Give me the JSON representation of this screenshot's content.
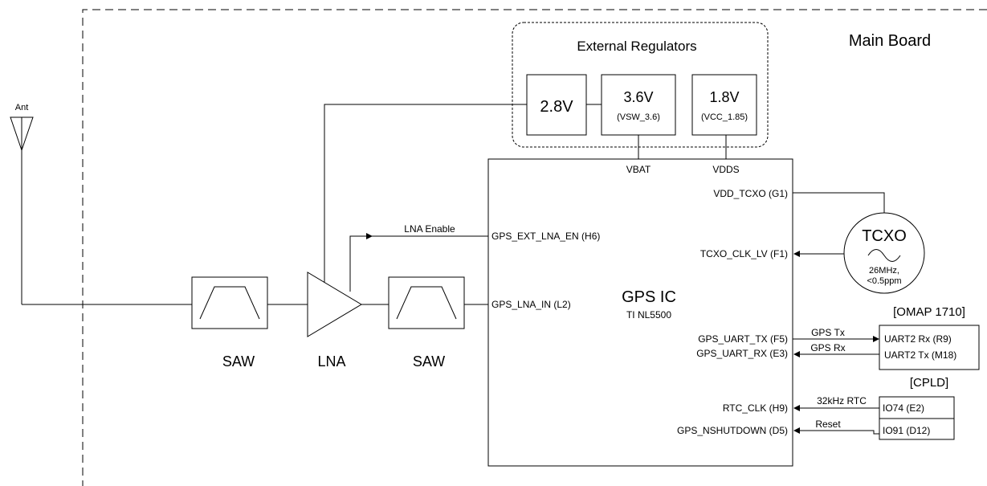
{
  "board": {
    "title": "Main Board",
    "antenna_label": "Ant"
  },
  "regulators": {
    "title": "External Regulators",
    "r28": {
      "voltage": "2.8V"
    },
    "r36": {
      "voltage": "3.6V",
      "sub": "(VSW_3.6)"
    },
    "r18": {
      "voltage": "1.8V",
      "sub": "(VCC_1.85)"
    }
  },
  "rf_chain": {
    "saw1_label": "SAW",
    "lna_label": "LNA",
    "saw2_label": "SAW",
    "lna_enable_label": "LNA Enable"
  },
  "gps_ic": {
    "title": "GPS IC",
    "subtitle": "TI NL5500",
    "vbat": "VBAT",
    "vdds": "VDDS",
    "pins": {
      "vdd_tcxo": "VDD_TCXO (G1)",
      "ext_lna_en": "GPS_EXT_LNA_EN (H6)",
      "tcxo_clk": "TCXO_CLK_LV (F1)",
      "lna_in": "GPS_LNA_IN (L2)",
      "uart_tx": "GPS_UART_TX (F5)",
      "uart_rx": "GPS_UART_RX (E3)",
      "rtc_clk": "RTC_CLK (H9)",
      "nshutdown": "GPS_NSHUTDOWN (D5)"
    }
  },
  "tcxo": {
    "title": "TCXO",
    "freq": "26MHz,",
    "ppm": "<0.5ppm"
  },
  "omap": {
    "title": "[OMAP 1710]",
    "rx": "UART2 Rx (R9)",
    "tx": "UART2 Tx (M18)",
    "sig_tx": "GPS Tx",
    "sig_rx": "GPS Rx"
  },
  "cpld": {
    "title": "[CPLD]",
    "io74": "IO74 (E2)",
    "io91": "IO91 (D12)",
    "sig_rtc": "32kHz RTC",
    "sig_reset": "Reset"
  }
}
